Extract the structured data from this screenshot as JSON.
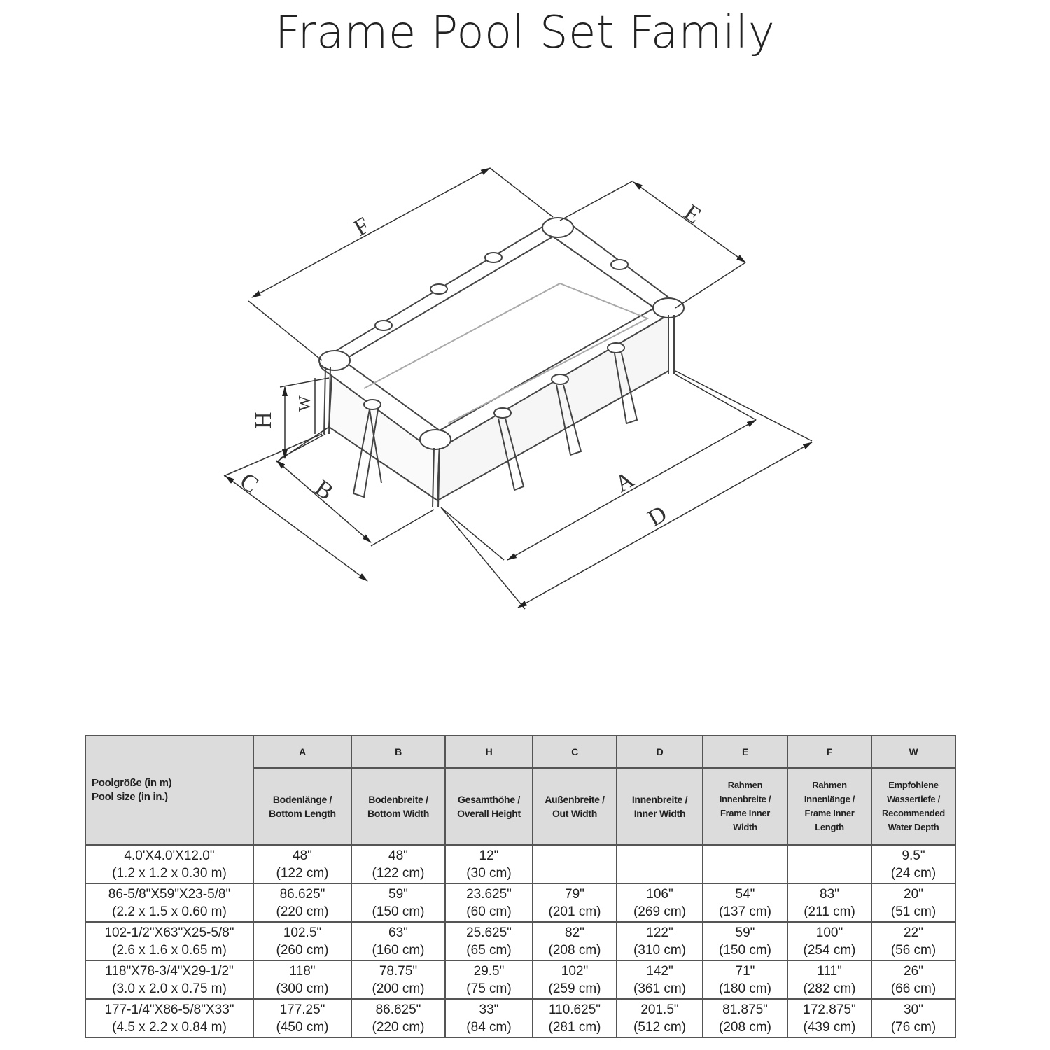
{
  "title": "Frame Pool Set Family",
  "diagram": {
    "labels": [
      "A",
      "B",
      "C",
      "D",
      "E",
      "F",
      "H",
      "W"
    ]
  },
  "table": {
    "size_header": [
      "Poolgröße (in m)",
      "Pool size (in in.)"
    ],
    "columns": [
      {
        "letter": "A",
        "desc": [
          "Bodenlänge /",
          "Bottom Length"
        ]
      },
      {
        "letter": "B",
        "desc": [
          "Bodenbreite /",
          "Bottom Width"
        ]
      },
      {
        "letter": "H",
        "desc": [
          "Gesamthöhe /",
          "Overall Height"
        ]
      },
      {
        "letter": "C",
        "desc": [
          "Außenbreite /",
          "Out Width"
        ]
      },
      {
        "letter": "D",
        "desc": [
          "Innenbreite /",
          "Inner Width"
        ]
      },
      {
        "letter": "E",
        "desc": [
          "Rahmen",
          "Innenbreite /",
          "Frame Inner",
          "Width"
        ]
      },
      {
        "letter": "F",
        "desc": [
          "Rahmen",
          "Innenlänge /",
          "Frame Inner",
          "Length"
        ]
      },
      {
        "letter": "W",
        "desc": [
          "Empfohlene",
          "Wassertiefe /",
          "Recommended",
          "Water Depth"
        ]
      }
    ],
    "rows": [
      {
        "size": [
          "4.0'X4.0'X12.0\"",
          "(1.2 x 1.2 x 0.30 m)"
        ],
        "cells": [
          [
            "48\"",
            "(122 cm)"
          ],
          [
            "48\"",
            "(122 cm)"
          ],
          [
            "12\"",
            "(30 cm)"
          ],
          [
            "",
            ""
          ],
          [
            "",
            ""
          ],
          [
            "",
            ""
          ],
          [
            "",
            ""
          ],
          [
            "9.5\"",
            "(24 cm)"
          ]
        ]
      },
      {
        "size": [
          "86-5/8\"X59\"X23-5/8\"",
          "(2.2 x 1.5 x 0.60 m)"
        ],
        "cells": [
          [
            "86.625\"",
            "(220 cm)"
          ],
          [
            "59\"",
            "(150 cm)"
          ],
          [
            "23.625\"",
            "(60 cm)"
          ],
          [
            "79\"",
            "(201 cm)"
          ],
          [
            "106\"",
            "(269 cm)"
          ],
          [
            "54\"",
            "(137 cm)"
          ],
          [
            "83\"",
            "(211 cm)"
          ],
          [
            "20\"",
            "(51 cm)"
          ]
        ]
      },
      {
        "size": [
          "102-1/2\"X63\"X25-5/8\"",
          "(2.6 x 1.6 x 0.65 m)"
        ],
        "cells": [
          [
            "102.5\"",
            "(260 cm)"
          ],
          [
            "63\"",
            "(160 cm)"
          ],
          [
            "25.625\"",
            "(65 cm)"
          ],
          [
            "82\"",
            "(208 cm)"
          ],
          [
            "122\"",
            "(310 cm)"
          ],
          [
            "59\"",
            "(150 cm)"
          ],
          [
            "100\"",
            "(254 cm)"
          ],
          [
            "22\"",
            "(56 cm)"
          ]
        ]
      },
      {
        "size": [
          "118\"X78-3/4\"X29-1/2\"",
          "(3.0 x 2.0 x 0.75 m)"
        ],
        "cells": [
          [
            "118\"",
            "(300 cm)"
          ],
          [
            "78.75\"",
            "(200 cm)"
          ],
          [
            "29.5\"",
            "(75 cm)"
          ],
          [
            "102\"",
            "(259 cm)"
          ],
          [
            "142\"",
            "(361 cm)"
          ],
          [
            "71\"",
            "(180 cm)"
          ],
          [
            "111\"",
            "(282 cm)"
          ],
          [
            "26\"",
            "(66 cm)"
          ]
        ]
      },
      {
        "size": [
          "177-1/4\"X86-5/8\"X33\"",
          "(4.5 x 2.2 x 0.84 m)"
        ],
        "cells": [
          [
            "177.25\"",
            "(450 cm)"
          ],
          [
            "86.625\"",
            "(220 cm)"
          ],
          [
            "33\"",
            "(84 cm)"
          ],
          [
            "110.625\"",
            "(281 cm)"
          ],
          [
            "201.5\"",
            "(512 cm)"
          ],
          [
            "81.875\"",
            "(208 cm)"
          ],
          [
            "172.875\"",
            "(439 cm)"
          ],
          [
            "30\"",
            "(76 cm)"
          ]
        ]
      }
    ]
  }
}
